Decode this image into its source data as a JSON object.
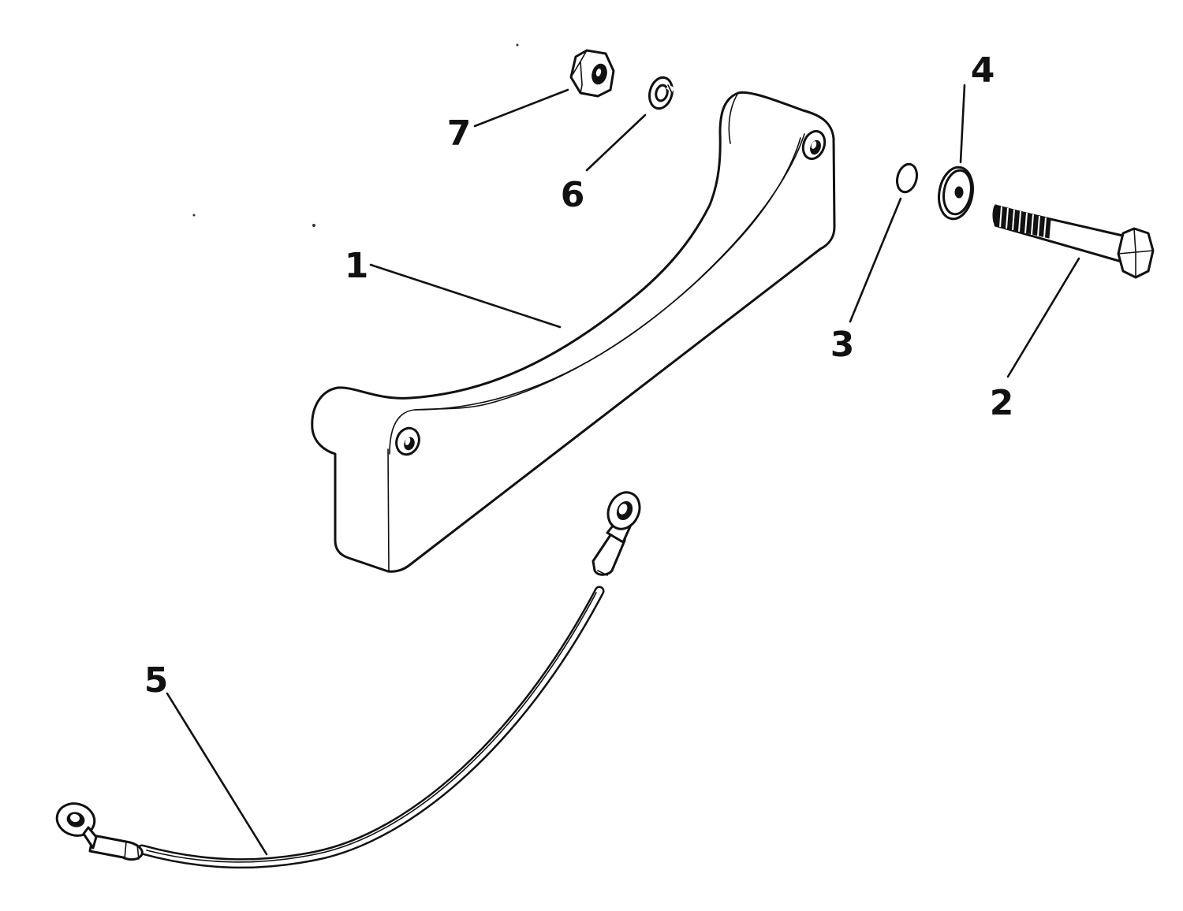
{
  "callouts": {
    "c1": "1",
    "c2": "2",
    "c3": "3",
    "c4": "4",
    "c5": "5",
    "c6": "6",
    "c7": "7"
  },
  "parts": [
    {
      "callout": "1",
      "icon": "bracket-icon"
    },
    {
      "callout": "2",
      "icon": "hex-bolt-icon"
    },
    {
      "callout": "3",
      "icon": "spacer-icon"
    },
    {
      "callout": "4",
      "icon": "washer-icon"
    },
    {
      "callout": "5",
      "icon": "ground-strap-icon"
    },
    {
      "callout": "6",
      "icon": "lockwasher-icon"
    },
    {
      "callout": "7",
      "icon": "hex-nut-icon"
    }
  ]
}
